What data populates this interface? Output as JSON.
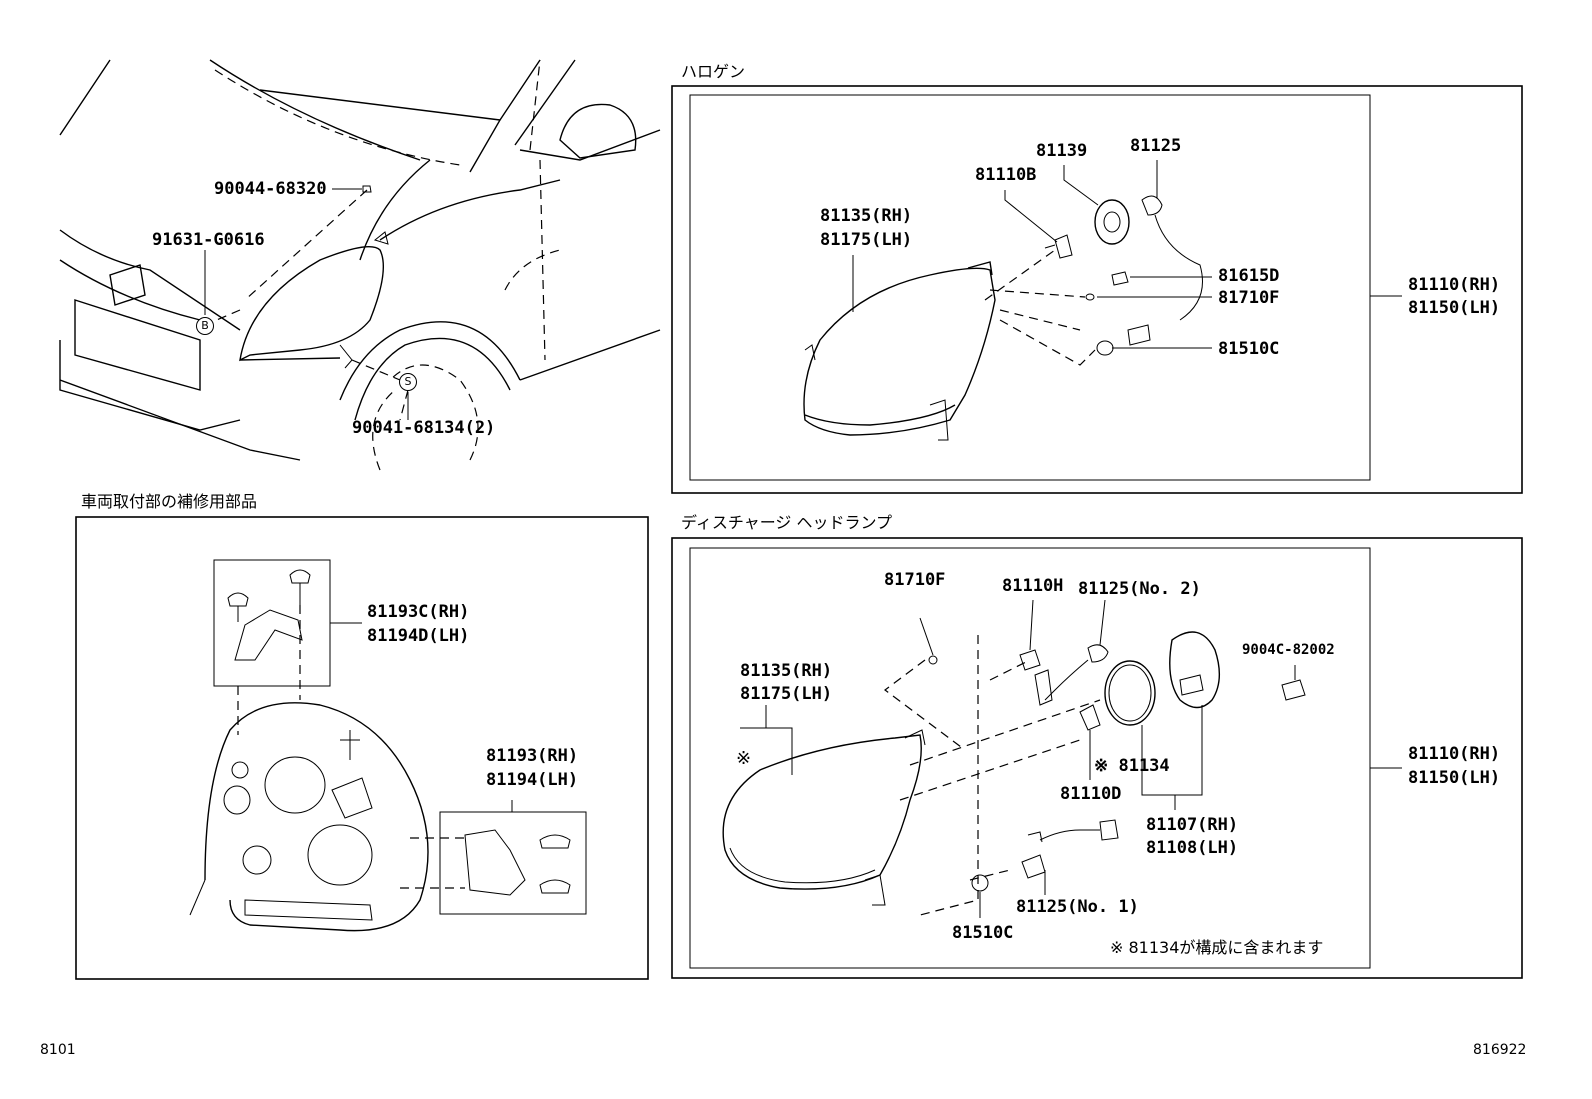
{
  "sections": {
    "halogen": "ハロゲン",
    "discharge": "ディスチャージ ヘッドランプ",
    "repair": "車両取付部の補修用部品"
  },
  "vehicle_parts": {
    "p90044": "90044-68320",
    "p91631": "91631-G0616",
    "p90041": "90041-68134(2)",
    "circle_b": "B",
    "circle_s": "S"
  },
  "halogen_parts": {
    "p81139": "81139",
    "p81125": "81125",
    "p81110b": "81110B",
    "p81135": "81135(RH)",
    "p81175": "81175(LH)",
    "p81615d": "81615D",
    "p81710f": "81710F",
    "p81510c": "81510C",
    "p81110rh": "81110(RH)",
    "p81150lh": "81150(LH)"
  },
  "discharge_parts": {
    "p81710f": "81710F",
    "p81110h": "81110H",
    "p81125no2": "81125(No. 2)",
    "p9004c": "9004C-82002",
    "p81135": "81135(RH)",
    "p81175": "81175(LH)",
    "mark": "※",
    "p81134": "※ 81134",
    "p81110d": "81110D",
    "p81107": "81107(RH)",
    "p81108": "81108(LH)",
    "p81125no1": "81125(No. 1)",
    "p81510c": "81510C",
    "p81110rh": "81110(RH)",
    "p81150lh": "81150(LH)",
    "note": "※ 81134が構成に含まれます"
  },
  "repair_parts": {
    "p81193c": "81193C(RH)",
    "p81194d": "81194D(LH)",
    "p81193": "81193(RH)",
    "p81194": "81194(LH)"
  },
  "footer": {
    "left": "8101",
    "right": "816922"
  }
}
